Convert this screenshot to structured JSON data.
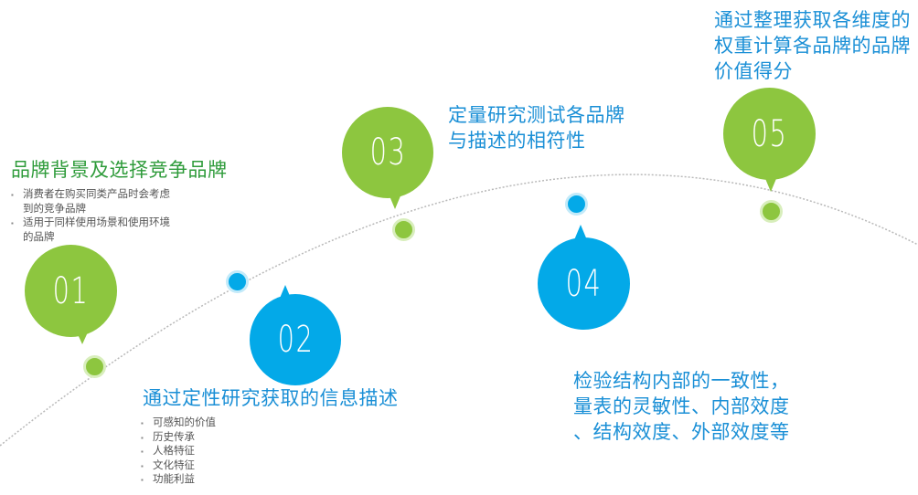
{
  "steps": [
    {
      "number": "01",
      "title": "品牌背景及选择竞争品牌",
      "bullets": [
        "消费者在购买同类产品时会考虑到的竞争品牌",
        "适用于同样使用场景和使用环境的品牌"
      ]
    },
    {
      "number": "02",
      "title": "通过定性研究获取的信息描述",
      "bullets": [
        "可感知的价值",
        "历史传承",
        "人格特征",
        "文化特征",
        "功能利益"
      ]
    },
    {
      "number": "03",
      "title_line1": "定量研究测试各品牌",
      "title_line2": "与描述的相符性"
    },
    {
      "number": "04",
      "title_line1": "检验结构内部的一致性，",
      "title_line2": "量表的灵敏性、内部效度",
      "title_line3": "、结构效度、外部效度等"
    },
    {
      "number": "05",
      "title_line1": "通过整理获取各维度的",
      "title_line2": "权重计算各品牌的品牌",
      "title_line3": "价值得分"
    }
  ],
  "colors": {
    "green": "#8dc63f",
    "blue": "#03a9e8",
    "title_green": "#2e9b3a",
    "title_blue": "#1a8fd6"
  }
}
